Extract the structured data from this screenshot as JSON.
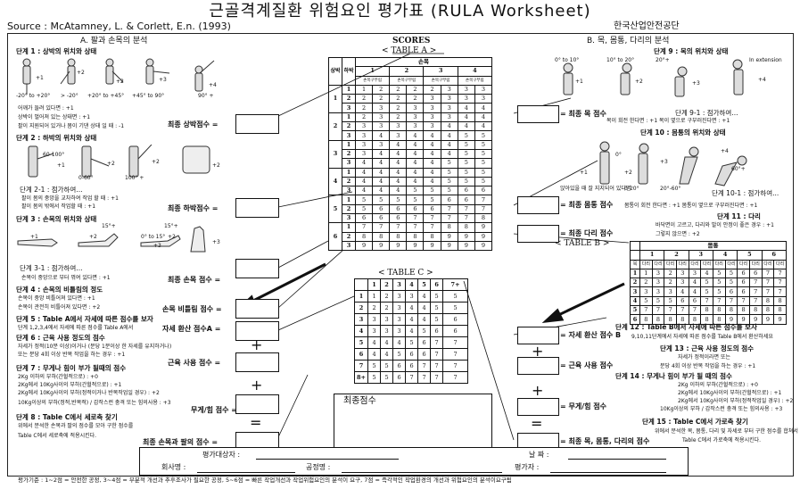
{
  "title": "근골격계질환 위험요인 평가표 (RULA Worksheet)",
  "source": "Source : McAtamney, L. & Corlett, E.n. (1993)",
  "organization": "한국산업안전공단",
  "sectionA": {
    "heading": "A. 팔과 손목의 분석",
    "step1": "단계 1 : 상박의 위치와 상태",
    "step1_angles": [
      "-20° to +20°",
      "> -20°",
      "+20° to +45°",
      "+45° to 90°",
      "90° +"
    ],
    "step1_scores": [
      "+1",
      "+2",
      "+2",
      "+3",
      "+4"
    ],
    "step1_notes": [
      "어깨가 들려 있다면 : +1",
      "상박이 벌어져 있는 상태면 : +1",
      "팔이 지원되어 있거나 몸이 기댄 상태 일 때 : -1"
    ],
    "step2": "단계 2 : 하박의 위치와 상태",
    "step2_angles": [
      "60-100°",
      "0-60°",
      "100° +"
    ],
    "step2_scores": [
      "+1",
      "+2",
      "+2",
      "+2"
    ],
    "step2_1": "단계 2-1 : 점가하여...",
    "step2_notes": [
      "팔이 몸의 중앙을 교차하여 작업 할 때 : +1",
      "팔이 몸의 밖에서 작업할 때 : +1"
    ],
    "step3": "단계 3 : 손목의 위치와 상태",
    "step3_angles": [
      "15°+",
      "0° to 15°",
      "15°+"
    ],
    "step3_scores": [
      "+1",
      "+2",
      "+3",
      "+2",
      "+3"
    ],
    "step3_1": "단계 3-1 : 점가하여...",
    "step3_notes": [
      "손목이 중앙으로 부터 꺾여 있다면 : +1"
    ],
    "step4": "단계 4 : 손목의 비틀림의 정도",
    "step4_notes": [
      "손목이 중앙 비틀어져 있다면 : +1",
      "손목이 관전히 비틀어져 있다면 : +2"
    ],
    "step5": "단계 5 : Table A에서 자세에 따른 점수를 보자",
    "step5_note": "단계 1,2,3,4에서 자세에 따른 점수를 Table A에서",
    "step6": "단계 6 : 근육 사용 정도의 점수",
    "step6_notes": [
      "자세가 정적(10분 이상)이거나 (분당 1분이상 한 자세를 유지하거나)",
      "또는 분당 4회 이상 반복 작업을 하는 경우 : +1"
    ],
    "step7": "단계 7 : 무게나 힘이 부가 될때의 점수",
    "step7_notes": [
      "2Kg 이하의 부하(간헐적으로) : +0",
      "2Kg에서 10Kg사이의 부하(간헐적으로) : +1",
      "2Kg에서 10Kg사이의 부하(정적이거나 반복작업일 경우) : +2",
      "10Kg이상의 부하(정적,반복적) / 갑작스런 충격 또는 힘의사용 : +3"
    ],
    "step8": "단계 8 : Table C에서 세로축 찾기",
    "step8_notes": [
      "위에서 분석한 손목과 팔의 점수를 모아 구한 점수를",
      "Table C에서 세로축에 적용시킨다."
    ],
    "score_labels": [
      "최종 상박점수 =",
      "최종 하박점수 =",
      "최종 손목 점수 =",
      "손목 비틀림 점수 =",
      "자세 환산 점수A =",
      "근육 사용 점수 =",
      "무게/힘 점수 =",
      "최종 손목과 팔의 점수 ="
    ]
  },
  "scores": {
    "heading": "SCORES",
    "tableA": {
      "caption": "< TABLE A >",
      "corner_upper": "상박",
      "corner_lower": "하박",
      "wrist_header": "손목",
      "wrist_cols": [
        "1",
        "2",
        "3",
        "4"
      ],
      "sub_header": "손목구부림",
      "rows": [
        {
          "u": "1",
          "l": "1",
          "v": [
            "1",
            "2",
            "2",
            "2",
            "2",
            "3",
            "3",
            "3"
          ]
        },
        {
          "u": "",
          "l": "2",
          "v": [
            "2",
            "2",
            "2",
            "2",
            "3",
            "3",
            "3",
            "3"
          ]
        },
        {
          "u": "",
          "l": "3",
          "v": [
            "2",
            "3",
            "2",
            "3",
            "3",
            "3",
            "4",
            "4"
          ]
        },
        {
          "u": "2",
          "l": "1",
          "v": [
            "2",
            "3",
            "2",
            "3",
            "3",
            "3",
            "4",
            "4"
          ]
        },
        {
          "u": "",
          "l": "2",
          "v": [
            "3",
            "3",
            "3",
            "3",
            "3",
            "4",
            "4",
            "4"
          ]
        },
        {
          "u": "",
          "l": "3",
          "v": [
            "3",
            "4",
            "3",
            "4",
            "4",
            "4",
            "5",
            "5"
          ]
        },
        {
          "u": "3",
          "l": "1",
          "v": [
            "3",
            "3",
            "4",
            "4",
            "4",
            "4",
            "5",
            "5"
          ]
        },
        {
          "u": "",
          "l": "2",
          "v": [
            "3",
            "4",
            "4",
            "4",
            "4",
            "4",
            "5",
            "5"
          ]
        },
        {
          "u": "",
          "l": "3",
          "v": [
            "4",
            "4",
            "4",
            "4",
            "4",
            "5",
            "5",
            "5"
          ]
        },
        {
          "u": "4",
          "l": "1",
          "v": [
            "4",
            "4",
            "4",
            "4",
            "4",
            "5",
            "5",
            "5"
          ]
        },
        {
          "u": "",
          "l": "2",
          "v": [
            "4",
            "4",
            "4",
            "4",
            "4",
            "5",
            "5",
            "5"
          ]
        },
        {
          "u": "",
          "l": "3",
          "v": [
            "4",
            "4",
            "4",
            "5",
            "5",
            "5",
            "6",
            "6"
          ]
        },
        {
          "u": "5",
          "l": "1",
          "v": [
            "5",
            "5",
            "5",
            "5",
            "5",
            "6",
            "6",
            "7"
          ]
        },
        {
          "u": "",
          "l": "2",
          "v": [
            "5",
            "6",
            "6",
            "6",
            "6",
            "7",
            "7",
            "7"
          ]
        },
        {
          "u": "",
          "l": "3",
          "v": [
            "6",
            "6",
            "6",
            "7",
            "7",
            "7",
            "7",
            "8"
          ]
        },
        {
          "u": "6",
          "l": "1",
          "v": [
            "7",
            "7",
            "7",
            "7",
            "7",
            "8",
            "8",
            "9"
          ]
        },
        {
          "u": "",
          "l": "2",
          "v": [
            "8",
            "8",
            "8",
            "8",
            "8",
            "9",
            "9",
            "9"
          ]
        },
        {
          "u": "",
          "l": "3",
          "v": [
            "9",
            "9",
            "9",
            "9",
            "9",
            "9",
            "9",
            "9"
          ]
        }
      ]
    },
    "tableC": {
      "caption": "< TABLE C >",
      "cols": [
        "1",
        "2",
        "3",
        "4",
        "5",
        "6",
        "7+"
      ],
      "rows": [
        {
          "h": "1",
          "v": [
            "1",
            "2",
            "3",
            "3",
            "4",
            "5",
            "5"
          ]
        },
        {
          "h": "2",
          "v": [
            "2",
            "2",
            "3",
            "4",
            "4",
            "5",
            "5"
          ]
        },
        {
          "h": "3",
          "v": [
            "3",
            "3",
            "3",
            "4",
            "4",
            "5",
            "6"
          ]
        },
        {
          "h": "4",
          "v": [
            "3",
            "3",
            "3",
            "4",
            "5",
            "6",
            "6"
          ]
        },
        {
          "h": "5",
          "v": [
            "4",
            "4",
            "4",
            "5",
            "6",
            "7",
            "7"
          ]
        },
        {
          "h": "6",
          "v": [
            "4",
            "4",
            "5",
            "6",
            "6",
            "7",
            "7"
          ]
        },
        {
          "h": "7",
          "v": [
            "5",
            "5",
            "6",
            "6",
            "7",
            "7",
            "7"
          ]
        },
        {
          "h": "8+",
          "v": [
            "5",
            "5",
            "6",
            "7",
            "7",
            "7",
            "7"
          ]
        }
      ]
    },
    "final_label": "최종점수"
  },
  "sectionB": {
    "heading": "B. 목, 몸통, 다리의 분석",
    "step9": "단계 9 : 목의 위치와 상태",
    "step9_angles": [
      "0° to 10°",
      "10° to 20°",
      "20°+",
      "In extension"
    ],
    "step9_scores": [
      "+1",
      "+2",
      "+3",
      "+4"
    ],
    "step9_1": "단계 9-1 : 점가하여...",
    "step9_notes": [
      "목이 회전 한다면 : +1     목이 옆으로 구부러진다면 : +1"
    ],
    "step10": "단계 10 : 몸통의 위치와 상태",
    "step10_angles": [
      "0°",
      "0-20°",
      "20°-60°",
      "60°+"
    ],
    "step10_scores": [
      "+1",
      "+2",
      "+3",
      "+4"
    ],
    "step10_extra": "앉아있을 때 잘 지지되어 있다면",
    "step10_1": "단계 10-1 : 점가하여...",
    "step10_notes": [
      "몸통이 회전 한다면 : +1   몸통이 옆으로 구부러진다면 : +1"
    ],
    "step11": "단계 11 : 다리",
    "step11_notes": [
      "바닥면이 고르고, 다리와 발이 안정이 좋은 경우 : +1",
      "그렇지 않으면 : +2"
    ],
    "tableB": {
      "caption": "< TABLE B >",
      "trunk_header": "몸통",
      "trunk_cols": [
        "1",
        "2",
        "3",
        "4",
        "5",
        "6"
      ],
      "leg_header": "다리",
      "corner": "목",
      "rows": [
        {
          "h": "1",
          "v": [
            "1",
            "3",
            "2",
            "3",
            "3",
            "4",
            "5",
            "5",
            "6",
            "6",
            "7",
            "7"
          ]
        },
        {
          "h": "2",
          "v": [
            "2",
            "3",
            "2",
            "3",
            "4",
            "5",
            "5",
            "5",
            "6",
            "7",
            "7",
            "7"
          ]
        },
        {
          "h": "3",
          "v": [
            "3",
            "3",
            "3",
            "4",
            "4",
            "5",
            "5",
            "6",
            "6",
            "7",
            "7",
            "7"
          ]
        },
        {
          "h": "4",
          "v": [
            "5",
            "5",
            "5",
            "6",
            "6",
            "7",
            "7",
            "7",
            "7",
            "7",
            "8",
            "8"
          ]
        },
        {
          "h": "5",
          "v": [
            "7",
            "7",
            "7",
            "7",
            "7",
            "8",
            "8",
            "8",
            "8",
            "8",
            "8",
            "8"
          ]
        },
        {
          "h": "6",
          "v": [
            "8",
            "8",
            "8",
            "8",
            "8",
            "8",
            "8",
            "9",
            "9",
            "9",
            "9",
            "9"
          ]
        }
      ]
    },
    "step12": "단계 12 : Table B에서 자세에 따른 점수를 보자",
    "step12_note": "9,10,11단계에서 자세에 따른 점수를 Table B에서 환산하세요",
    "step13": "단계 13 : 근육 사용 정도의 점수",
    "step13_notes": [
      "자세가 정적이라면 또는",
      "분당 4회 이상 반복 작업을 하는 경우 : +1"
    ],
    "step14": "단계 14 : 무게나 힘이 부가 될 때의 점수",
    "step14_notes": [
      "2Kg 이하의 부하(간헐적으로) : +0",
      "2Kg에서 10Kg사이의 부하(간헐적으로) : +1",
      "2Kg에서 10Kg사이의 부하(정적작업일 경우) : +2",
      "10Kg이상의 부하 / 갑작스런 충격 또는 힘의사용 : +3"
    ],
    "step15": "단계 15 : Table C에서 가로축 찾기",
    "step15_notes": [
      "위에서 분석한 목, 몸통, 다리 및 자세로 부터 구한 점수를 합쳐서",
      "Table C에서 가로축에 적용시킨다."
    ],
    "score_labels": [
      "= 최종 목 점수",
      "= 최종 몸통 점수",
      "= 최종 다리 점수",
      "= 자세 환산 점수 B",
      "= 근육 사용 점수",
      "= 무게/힘 점수",
      "= 최종 목, 몸통, 다리의 점수"
    ]
  },
  "info": {
    "target_label": "평가대상자 :",
    "date_label": "날    짜 :",
    "company_label": "회사명 :",
    "process_label": "공정명 :",
    "assessor_label": "평가자 :"
  },
  "footer": "평가기준 : 1~2점 = 안전한 공정, 3~4점 = 부분적 개선과 추후조사가 필요한 공정, 5~6점 = 빠른 작업개선과 작업위험요인의 분석이 요구, 7점 = 즉각적인 작업환경의 개선과 위험요인의 분석이요구됨"
}
